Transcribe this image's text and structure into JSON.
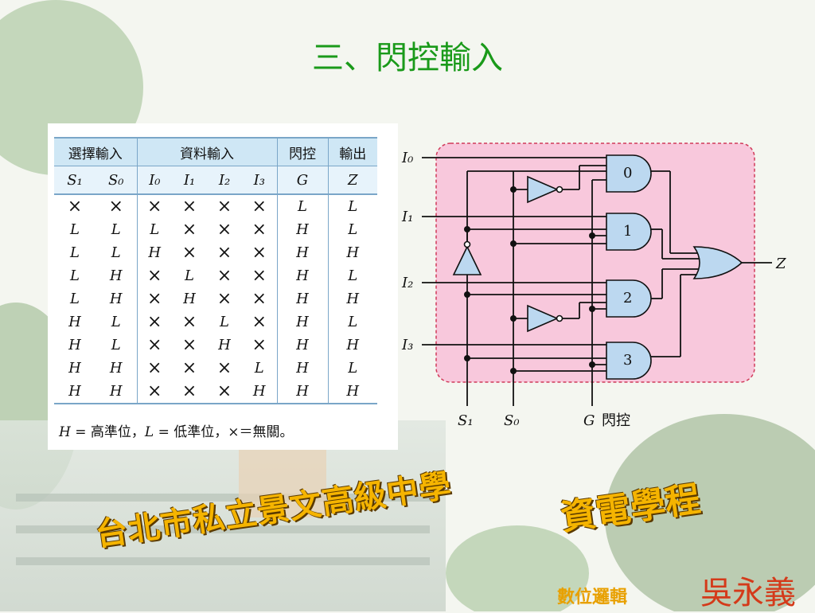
{
  "title": "三、閃控輸入",
  "table": {
    "group_headers": [
      "選擇輸入",
      "資料輸入",
      "閃控",
      "輸出"
    ],
    "col_headers": [
      "S₁",
      "S₀",
      "I₀",
      "I₁",
      "I₂",
      "I₃",
      "G",
      "Z"
    ],
    "rows": [
      [
        "×",
        "×",
        "×",
        "×",
        "×",
        "×",
        "L",
        "L"
      ],
      [
        "L",
        "L",
        "L",
        "×",
        "×",
        "×",
        "H",
        "L"
      ],
      [
        "L",
        "L",
        "H",
        "×",
        "×",
        "×",
        "H",
        "H"
      ],
      [
        "L",
        "H",
        "×",
        "L",
        "×",
        "×",
        "H",
        "L"
      ],
      [
        "L",
        "H",
        "×",
        "H",
        "×",
        "×",
        "H",
        "H"
      ],
      [
        "H",
        "L",
        "×",
        "×",
        "L",
        "×",
        "H",
        "L"
      ],
      [
        "H",
        "L",
        "×",
        "×",
        "H",
        "×",
        "H",
        "H"
      ],
      [
        "H",
        "H",
        "×",
        "×",
        "×",
        "L",
        "H",
        "L"
      ],
      [
        "H",
        "H",
        "×",
        "×",
        "×",
        "H",
        "H",
        "H"
      ]
    ]
  },
  "legend": {
    "h": "H",
    "h_text": " = 高準位，",
    "l": "L",
    "l_text": " = 低準位，×＝無關。"
  },
  "circuit": {
    "inputs": [
      "I₀",
      "I₁",
      "I₂",
      "I₃"
    ],
    "output": "Z",
    "selects": [
      "S₁",
      "S₀"
    ],
    "gate_labels": [
      "0",
      "1",
      "2",
      "3"
    ],
    "strobe": "G",
    "strobe_label": "閃控",
    "fill_color": "#f8c8dc",
    "gate_color": "#bcd8f0"
  },
  "footer": {
    "school": "台北市私立景文高級中學",
    "program": "資電學程",
    "course": "數位邏輯",
    "author": "吳永義"
  }
}
